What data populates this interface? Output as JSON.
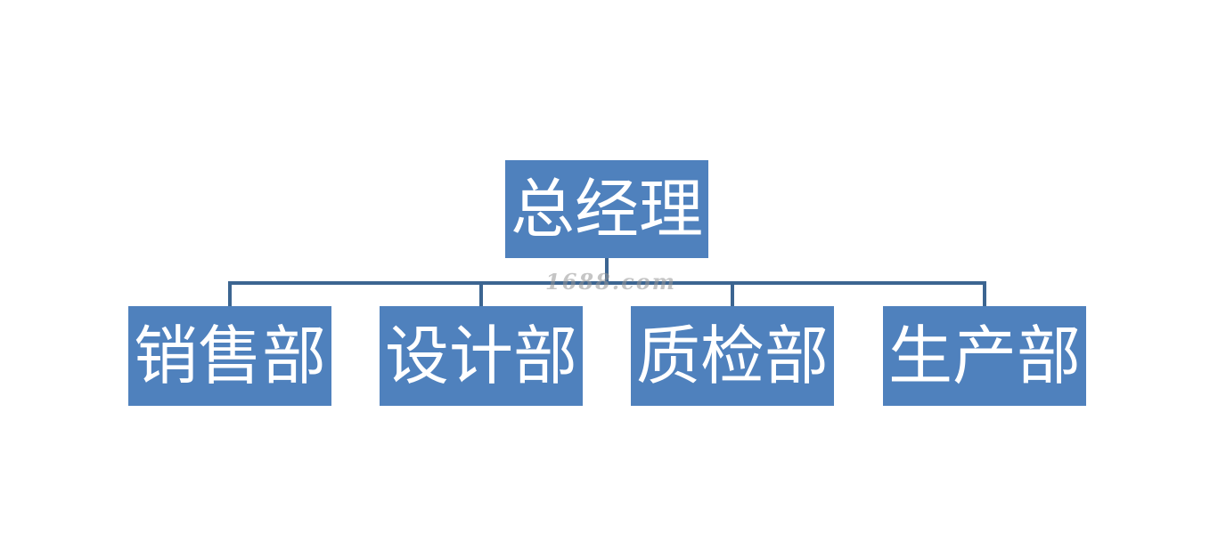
{
  "colors": {
    "box_fill": "#4f81bd",
    "box_text": "#ffffff",
    "connector": "#3c6591",
    "background": "#ffffff"
  },
  "org_chart": {
    "root": {
      "label": "总经理"
    },
    "children": [
      {
        "label": "销售部"
      },
      {
        "label": "设计部"
      },
      {
        "label": "质检部"
      },
      {
        "label": "生产部"
      }
    ]
  },
  "watermark": {
    "text": "1688.com"
  }
}
